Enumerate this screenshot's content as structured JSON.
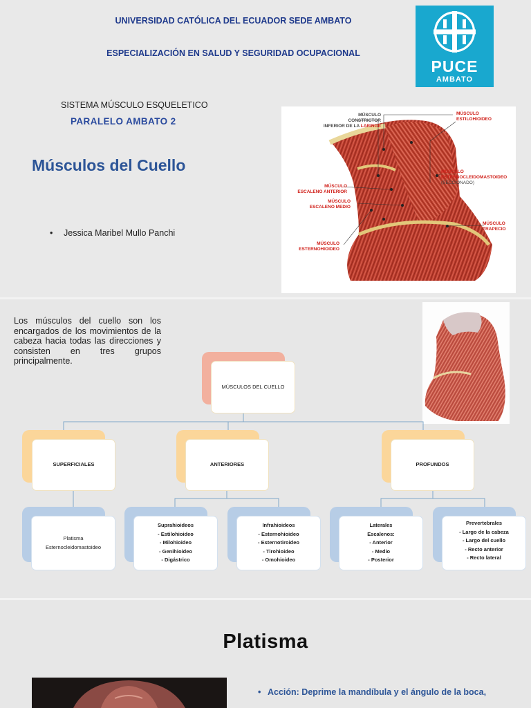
{
  "slide1": {
    "university": "UNIVERSIDAD CATÓLICA DEL ECUADOR SEDE AMBATO",
    "specialization": "ESPECIALIZACIÓN EN SALUD Y SEGURIDAD OCUPACIONAL",
    "logo": {
      "line1": "PUCE",
      "line2": "AMBATO",
      "color": "#19a8cf"
    },
    "course": "SISTEMA MÚSCULO ESQUELETICO",
    "group": "PARALELO AMBATO 2",
    "title": "Músculos del Cuello",
    "author": "Jessica Maribel Mullo Panchi",
    "figure_labels": {
      "constrictor_1": "MÚSCULO",
      "constrictor_2": "CONSTRICTOR",
      "constrictor_3a": "INFERIOR DE LA ",
      "constrictor_3b": "LARINGE",
      "estilohioideo_1": "MÚSCULO",
      "estilohioideo_2": "ESTILOHIOIDEO",
      "escm_1": "MÚSCULO",
      "escm_2": "ESTERNOCLEIDOMASTOIDEO",
      "escm_3": "(SECCIONADO)",
      "esc_ant_1": "MÚSCULO",
      "esc_ant_2": "ESCALENO ANTERIOR",
      "esc_med_1": "MÚSCULO",
      "esc_med_2": "ESCALENO MEDIO",
      "trapecio_1": "MÚSCULO",
      "trapecio_2": "TRAPECIO",
      "esternohioideo_1": "MÚSCULO",
      "esternohioideo_2": "ESTERNOHIOIDEO"
    }
  },
  "slide2": {
    "intro": "Los músculos del cuello son los encargados de los movimientos de la cabeza hacia todas las direcciones y consisten en tres grupos principalmente.",
    "chart": {
      "root": "MÚSCULOS DEL CUELLO",
      "groups": [
        "SUPERFICIALES",
        "ANTERIORES",
        "PROFUNDOS"
      ],
      "superficiales": [
        "Platisma",
        "Esternocleidomastoideo"
      ],
      "suprahioideos": [
        "Suprahioideos",
        "- Estilohioideo",
        "- Milohioideo",
        "- Genihioideo",
        "- Digástrico"
      ],
      "infrahioideos": [
        "Infrahioideos",
        "- Esternohioideo",
        "- Esternotiroideo",
        "- Tirohioideo",
        "- Omohioideo"
      ],
      "laterales": [
        "Laterales",
        "Escalenos:",
        "- Anterior",
        "- Medio",
        "- Posterior"
      ],
      "prevertebrales": [
        "Prevertebrales",
        "- Largo de la cabeza",
        "- Largo del cuello",
        "- Recto anterior",
        "- Recto lateral"
      ]
    }
  },
  "slide3": {
    "title": "Platisma",
    "bullet": "Acción: Deprime la mandíbula y el ángulo de la boca,"
  }
}
